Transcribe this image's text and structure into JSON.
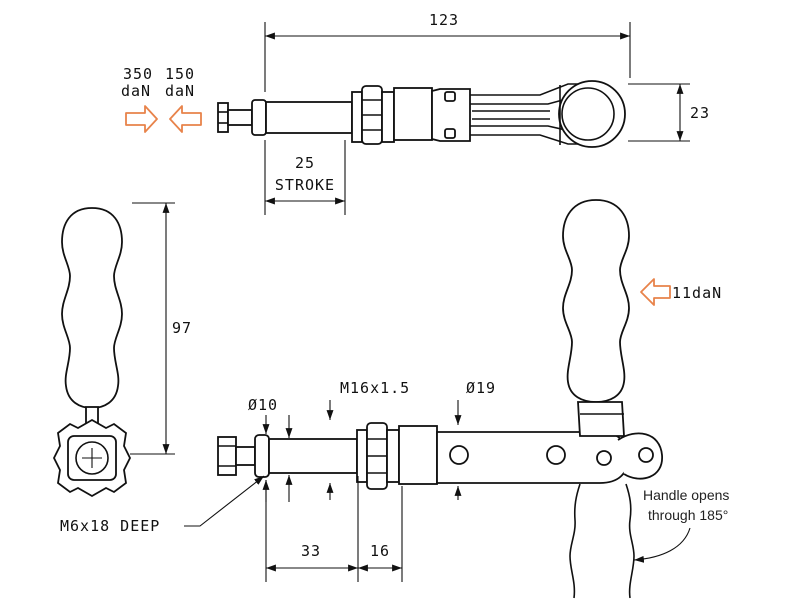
{
  "colors": {
    "ink": "#111111",
    "force_arrow": "#e8834a"
  },
  "top_view": {
    "overall_length": "123",
    "height": "23",
    "stroke_value": "25",
    "stroke_label": "STROKE",
    "force_push": {
      "value": "350",
      "unit": "daN"
    },
    "force_pull": {
      "value": "150",
      "unit": "daN"
    }
  },
  "side_view": {
    "handle_height": "97",
    "plunger_diameter": "Ø10",
    "thread": "M16x1.5",
    "body_diameter": "Ø19",
    "mount_thread": "M6x18 DEEP",
    "dim_33": "33",
    "dim_16": "16",
    "handle_force": "11daN",
    "handle_note_line1": "Handle opens",
    "handle_note_line2": "through 185°"
  },
  "icons": [
    "force-arrow-right-icon",
    "force-arrow-left-icon"
  ]
}
